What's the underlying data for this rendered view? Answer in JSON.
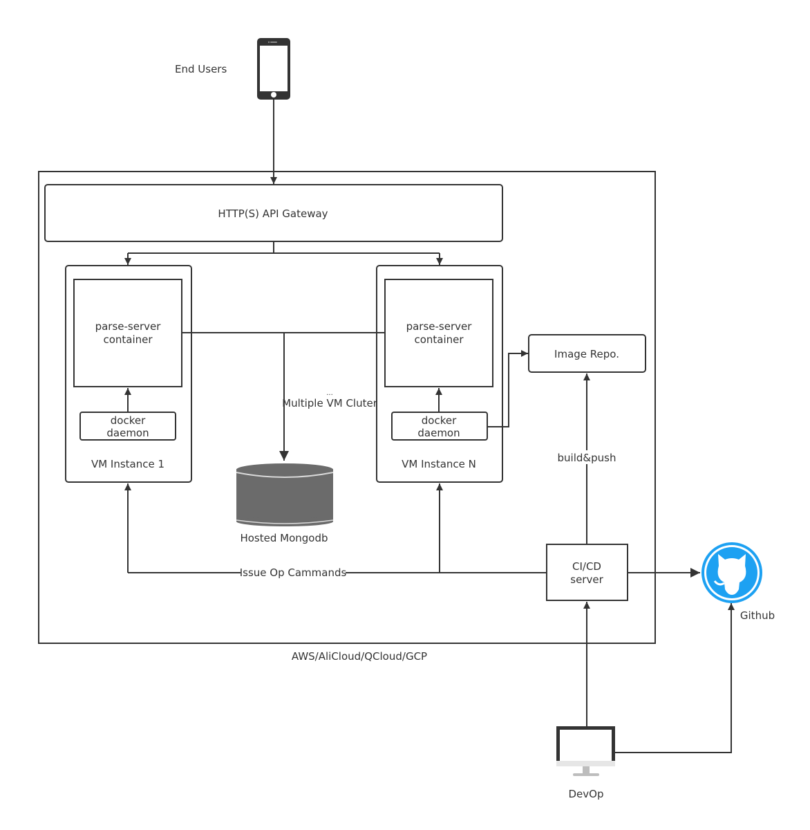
{
  "labels": {
    "end_users": "End Users",
    "api_gateway": "HTTP(S) API Gateway",
    "parse_server_line1": "parse-server",
    "parse_server_line2": "container",
    "docker_line1": "docker",
    "docker_line2": "daemon",
    "vm_instance_1": "VM Instance 1",
    "vm_instance_n": "VM Instance N",
    "ellipsis": "...",
    "multiple_vm": "Multiple VM Cluter",
    "hosted_mongodb": "Hosted Mongodb",
    "image_repo": "Image Repo.",
    "build_push": "build&push",
    "issue_op": "Issue Op Cammands",
    "cicd_line1": "CI/CD",
    "cicd_line2": "server",
    "github": "Github",
    "cloud": "AWS/AliCloud/QCloud/GCP",
    "devop": "DevOp"
  },
  "colors": {
    "line": "#333333",
    "text": "#333333",
    "db_body": "#6b6b6b",
    "db_rim": "#d9d9d9",
    "github_blue": "#1da1f2",
    "screen_dark": "#333333",
    "monitor_stand": "#bdbdbd"
  },
  "icons": {
    "end_users": "smartphone-icon",
    "database": "database-cylinder-icon",
    "github": "github-octocat-icon",
    "devop": "desktop-monitor-icon"
  }
}
